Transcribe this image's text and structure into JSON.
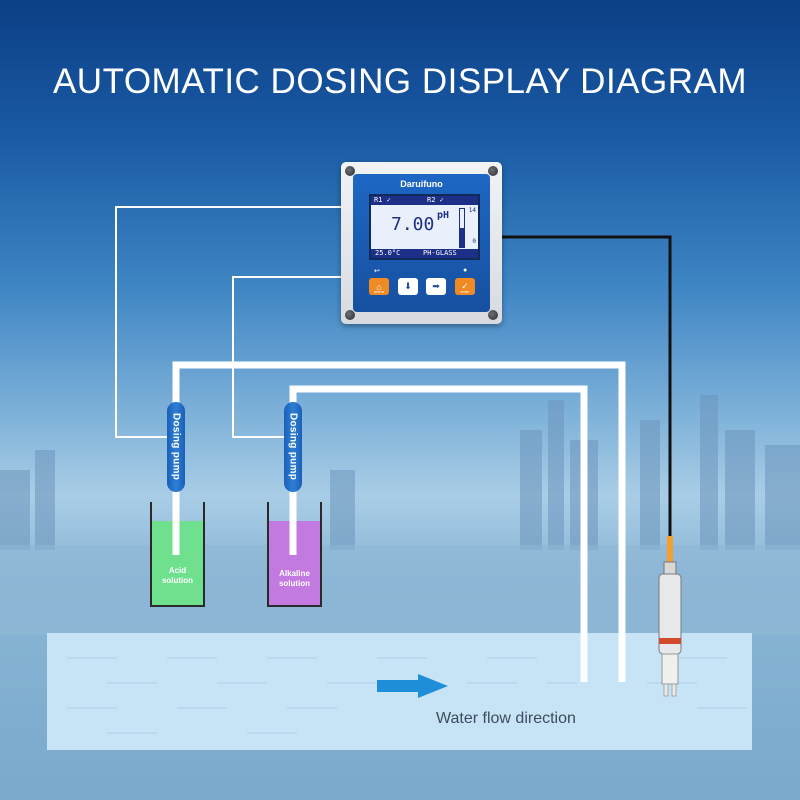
{
  "title": "AUTOMATIC DOSING DISPLAY DIAGRAM",
  "controller": {
    "brand": "Daruifuno",
    "relay1": "R1 ✓",
    "relay2": "R2 ✓",
    "reading": "7.00",
    "unit": "pH",
    "scale_max": "14",
    "scale_min": "0",
    "level_fraction": 0.5,
    "temperature": "25.0°C",
    "sensor_type": "PH-GLASS",
    "buttons": [
      {
        "icon": "menu-icon",
        "label": "menu"
      },
      {
        "icon": "arrow-down-icon"
      },
      {
        "icon": "arrow-right-icon"
      },
      {
        "icon": "check-icon",
        "label": "enter"
      }
    ]
  },
  "pumps": [
    {
      "label": "Dosing pump"
    },
    {
      "label": "Dosing pump"
    }
  ],
  "tanks": [
    {
      "label_line1": "Acid",
      "label_line2": "solution",
      "color": "#6fe08e"
    },
    {
      "label_line1": "Alkaline",
      "label_line2": "solution",
      "color": "#c27ae0"
    }
  ],
  "flow": {
    "label": "Water flow direction",
    "arrow_color": "#1e8ed8"
  },
  "colors": {
    "button_orange": "#f08a22",
    "panel_blue": "#1d67c4",
    "pipe": "#ffffff"
  }
}
